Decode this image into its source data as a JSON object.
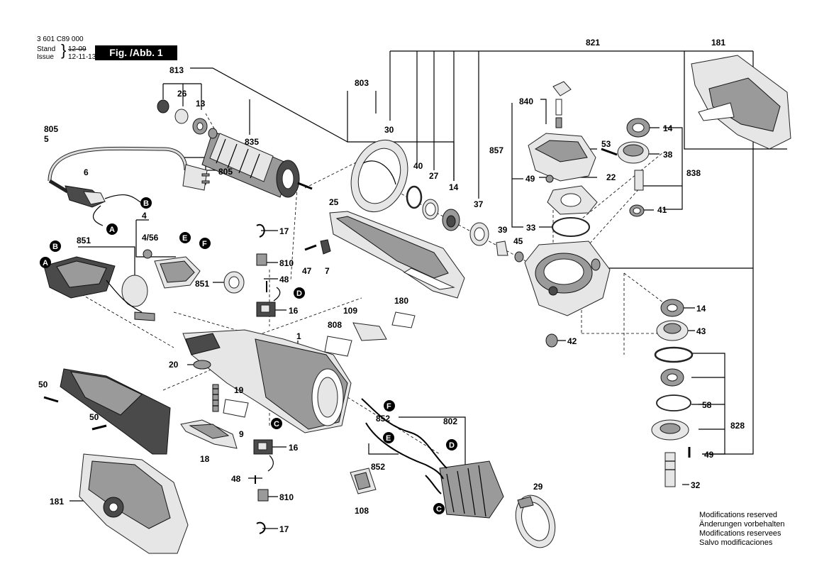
{
  "header": {
    "part_number": "3 601 C89 000",
    "stand_label": "Stand",
    "issue_label": "Issue",
    "stand_date": "12-09",
    "issue_date": "12-11-13",
    "figure_label": "Fig. /Abb. 1"
  },
  "notes": [
    "Modifications reserved",
    "Änderungen vorbehalten",
    "Modifications reservees",
    "Salvo modificaciones"
  ],
  "labels": {
    "l813": "813",
    "l26": "26",
    "l13": "13",
    "l835": "835",
    "l803": "803",
    "l805a": "805",
    "l5": "5",
    "l805b": "805",
    "l6": "6",
    "l30": "30",
    "l821": "821",
    "l181a": "181",
    "l840": "840",
    "l857": "857",
    "l53": "53",
    "l49a": "49",
    "l22": "22",
    "l14a": "14",
    "l38": "38",
    "l838": "838",
    "l41": "41",
    "l33": "33",
    "l40": "40",
    "l27": "27",
    "l14b": "14",
    "l37": "37",
    "l39": "39",
    "l45": "45",
    "l25": "25",
    "l4": "4",
    "l456": "4/56",
    "l851a": "851",
    "l17a": "17",
    "l810a": "810",
    "l47": "47",
    "l7": "7",
    "l851b": "851",
    "l48a": "48",
    "l16a": "16",
    "l109": "109",
    "l180": "180",
    "l808": "808",
    "l1": "1",
    "l14c": "14",
    "l43": "43",
    "l42": "42",
    "l20": "20",
    "l19": "19",
    "l50a": "50",
    "l50b": "50",
    "l9": "9",
    "l18": "18",
    "l852a": "852",
    "l802": "802",
    "l16b": "16",
    "l48b": "48",
    "l810b": "810",
    "l17b": "17",
    "l852b": "852",
    "l108": "108",
    "l29": "29",
    "l58": "58",
    "l828": "828",
    "l49b": "49",
    "l32": "32",
    "l181b": "181"
  },
  "badges": {
    "bA1": "A",
    "bB1": "B",
    "bB2": "B",
    "bA2": "A",
    "bE1": "E",
    "bF1": "F",
    "bD1": "D",
    "bC1": "C",
    "bF2": "F",
    "bE2": "E",
    "bD2": "D",
    "bC2": "C"
  }
}
